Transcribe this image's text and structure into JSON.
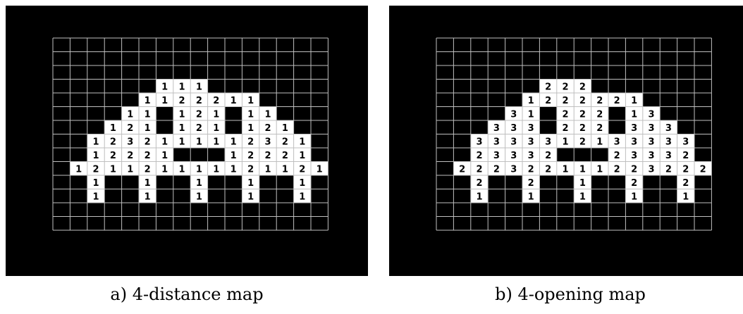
{
  "panels": [
    {
      "caption": "a) 4-distance map",
      "rows": [
        [
          0,
          0,
          0,
          0,
          0,
          0,
          0,
          0,
          0,
          0,
          0,
          0,
          0,
          0,
          0,
          0
        ],
        [
          0,
          0,
          0,
          0,
          0,
          0,
          0,
          0,
          0,
          0,
          0,
          0,
          0,
          0,
          0,
          0
        ],
        [
          0,
          0,
          0,
          0,
          0,
          0,
          0,
          0,
          0,
          0,
          0,
          0,
          0,
          0,
          0,
          0
        ],
        [
          0,
          0,
          0,
          0,
          0,
          0,
          1,
          1,
          1,
          0,
          0,
          0,
          0,
          0,
          0,
          0
        ],
        [
          0,
          0,
          0,
          0,
          0,
          1,
          1,
          2,
          2,
          2,
          1,
          1,
          0,
          0,
          0,
          0
        ],
        [
          0,
          0,
          0,
          0,
          1,
          1,
          0,
          1,
          2,
          1,
          0,
          1,
          1,
          0,
          0,
          0
        ],
        [
          0,
          0,
          0,
          1,
          2,
          1,
          0,
          1,
          2,
          1,
          0,
          1,
          2,
          1,
          0,
          0
        ],
        [
          0,
          0,
          1,
          2,
          3,
          2,
          1,
          1,
          1,
          1,
          1,
          2,
          3,
          2,
          1,
          0
        ],
        [
          0,
          0,
          1,
          2,
          2,
          2,
          1,
          0,
          0,
          0,
          1,
          2,
          2,
          2,
          1,
          0
        ],
        [
          0,
          1,
          2,
          1,
          1,
          2,
          1,
          1,
          1,
          1,
          1,
          2,
          1,
          1,
          2,
          1
        ],
        [
          0,
          0,
          1,
          0,
          0,
          1,
          0,
          0,
          1,
          0,
          0,
          1,
          0,
          0,
          1,
          0
        ],
        [
          0,
          0,
          1,
          0,
          0,
          1,
          0,
          0,
          1,
          0,
          0,
          1,
          0,
          0,
          1,
          0
        ],
        [
          0,
          0,
          0,
          0,
          0,
          0,
          0,
          0,
          0,
          0,
          0,
          0,
          0,
          0,
          0,
          0
        ],
        [
          0,
          0,
          0,
          0,
          0,
          0,
          0,
          0,
          0,
          0,
          0,
          0,
          0,
          0,
          0,
          0
        ]
      ]
    },
    {
      "caption": "b) 4-opening map",
      "rows": [
        [
          0,
          0,
          0,
          0,
          0,
          0,
          0,
          0,
          0,
          0,
          0,
          0,
          0,
          0,
          0,
          0
        ],
        [
          0,
          0,
          0,
          0,
          0,
          0,
          0,
          0,
          0,
          0,
          0,
          0,
          0,
          0,
          0,
          0
        ],
        [
          0,
          0,
          0,
          0,
          0,
          0,
          0,
          0,
          0,
          0,
          0,
          0,
          0,
          0,
          0,
          0
        ],
        [
          0,
          0,
          0,
          0,
          0,
          0,
          2,
          2,
          2,
          0,
          0,
          0,
          0,
          0,
          0,
          0
        ],
        [
          0,
          0,
          0,
          0,
          0,
          1,
          2,
          2,
          2,
          2,
          2,
          1,
          0,
          0,
          0,
          0
        ],
        [
          0,
          0,
          0,
          0,
          3,
          1,
          0,
          2,
          2,
          2,
          0,
          1,
          3,
          0,
          0,
          0
        ],
        [
          0,
          0,
          0,
          3,
          3,
          3,
          0,
          2,
          2,
          2,
          0,
          3,
          3,
          3,
          0,
          0
        ],
        [
          0,
          0,
          3,
          3,
          3,
          3,
          3,
          1,
          2,
          1,
          3,
          3,
          3,
          3,
          3,
          0
        ],
        [
          0,
          0,
          2,
          3,
          3,
          3,
          2,
          0,
          0,
          0,
          2,
          3,
          3,
          3,
          2,
          0
        ],
        [
          0,
          2,
          2,
          2,
          3,
          2,
          2,
          1,
          1,
          1,
          2,
          2,
          3,
          2,
          2,
          2
        ],
        [
          0,
          0,
          2,
          0,
          0,
          2,
          0,
          0,
          1,
          0,
          0,
          2,
          0,
          0,
          2,
          0
        ],
        [
          0,
          0,
          1,
          0,
          0,
          1,
          0,
          0,
          1,
          0,
          0,
          1,
          0,
          0,
          1,
          0
        ],
        [
          0,
          0,
          0,
          0,
          0,
          0,
          0,
          0,
          0,
          0,
          0,
          0,
          0,
          0,
          0,
          0
        ],
        [
          0,
          0,
          0,
          0,
          0,
          0,
          0,
          0,
          0,
          0,
          0,
          0,
          0,
          0,
          0,
          0
        ]
      ]
    }
  ],
  "colors": {
    "background": "#000000",
    "object": "#ffffff",
    "grid": "#bfbfbf",
    "number": "#000000"
  }
}
